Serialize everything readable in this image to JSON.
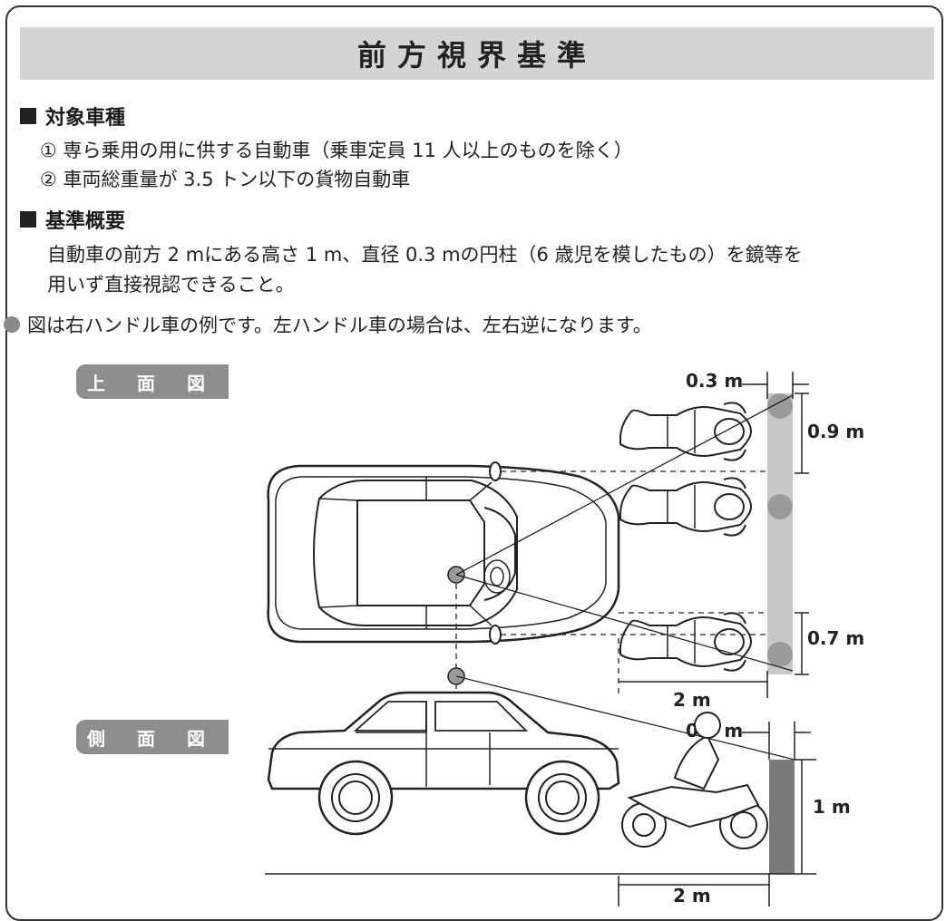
{
  "title": "前方視界基準",
  "section_target": {
    "heading": "対象車種",
    "items": [
      "① 専ら乗用の用に供する自動車（乗車定員 11 人以上のものを除く）",
      "② 車両総重量が 3.5 トン以下の貨物自動車"
    ]
  },
  "section_summary": {
    "heading": "基準概要",
    "lines": [
      "自動車の前方 2 mにある高さ 1 m、直径 0.3 mの円柱（6 歳児を模したもの）を鏡等を",
      "用いず直接視認できること。"
    ]
  },
  "note": "図は右ハンドル車の例です。左ハンドル車の場合は、左右逆になります。",
  "top_view": {
    "label": "上 面 図",
    "dims": {
      "pole_diameter": "0.3 m",
      "upper_spacing": "0.9 m",
      "lower_spacing": "0.7 m",
      "distance": "2 m"
    }
  },
  "side_view": {
    "label": "側 面 図",
    "dims": {
      "pole_diameter": "0.3 m",
      "height": "1 m",
      "distance": "2 m"
    }
  },
  "colors": {
    "title_bg": "#d4d4d4",
    "tag_bg": "#8e8e8e",
    "pole_light": "#c8c8c8",
    "pole_dark": "#7a7a7a"
  }
}
